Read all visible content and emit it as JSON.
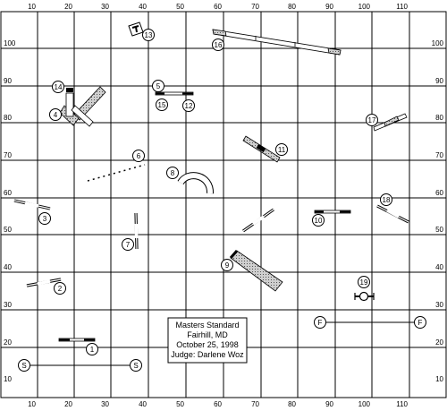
{
  "grid": {
    "x_ticks": [
      "10",
      "20",
      "30",
      "40",
      "50",
      "60",
      "70",
      "80",
      "90",
      "100",
      "110"
    ],
    "y_ticks": [
      "100",
      "90",
      "80",
      "70",
      "60",
      "50",
      "40",
      "30",
      "20",
      "10"
    ]
  },
  "info_box": {
    "line1": "Masters Standard",
    "line2": "Fairhill, MD",
    "line3": "October 25, 1998",
    "line4": "Judge: Darlene Woz"
  },
  "obstacles": {
    "n1": "1",
    "n2": "2",
    "n3": "3",
    "n4": "4",
    "n5": "5",
    "n6": "6",
    "n7": "7",
    "n8": "8",
    "n9": "9",
    "n10": "10",
    "n11": "11",
    "n12": "12",
    "n13": "13",
    "n14": "14",
    "n15": "15",
    "n16": "16",
    "n17": "17",
    "n18": "18",
    "n19": "19"
  },
  "markers": {
    "start": "S",
    "finish": "F"
  }
}
